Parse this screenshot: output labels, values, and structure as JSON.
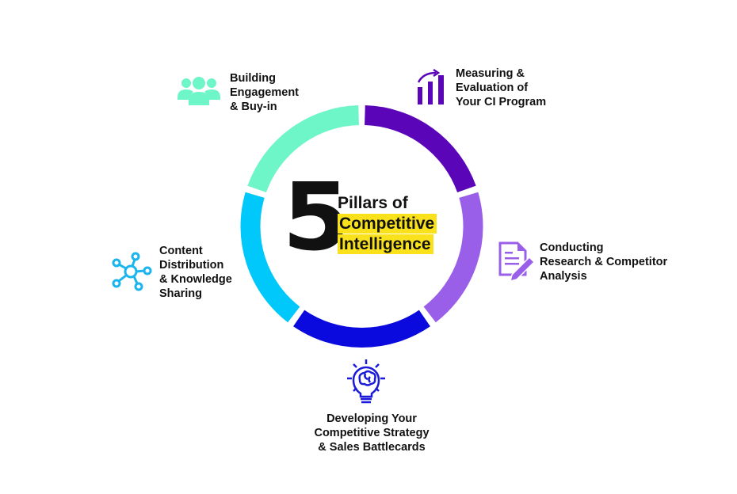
{
  "center": {
    "number": "5",
    "line1": "Pillars of",
    "line2": "Competitive",
    "line3": "Intelligence",
    "highlight_color": "#f9e21c"
  },
  "pillars": [
    {
      "id": "measuring",
      "lines": [
        "Measuring &",
        "Evaluation of",
        "Your CI Program"
      ],
      "icon": "bar-chart-growth-icon",
      "color": "#5a06b8"
    },
    {
      "id": "conducting",
      "lines": [
        "Conducting",
        "Research & Competitor",
        "Analysis"
      ],
      "icon": "document-pencil-icon",
      "color": "#9a5fe8"
    },
    {
      "id": "developing",
      "lines": [
        "Developing Your",
        "Competitive Strategy",
        "& Sales Battlecards"
      ],
      "icon": "lightbulb-brain-icon",
      "color": "#0a0adf"
    },
    {
      "id": "content",
      "lines": [
        "Content",
        "Distribution",
        "& Knowledge",
        "Sharing"
      ],
      "icon": "network-hub-icon",
      "color": "#00c8fa"
    },
    {
      "id": "building",
      "lines": [
        "Building",
        "Engagement",
        "& Buy-in"
      ],
      "icon": "people-group-icon",
      "color": "#6ef5c8"
    }
  ]
}
